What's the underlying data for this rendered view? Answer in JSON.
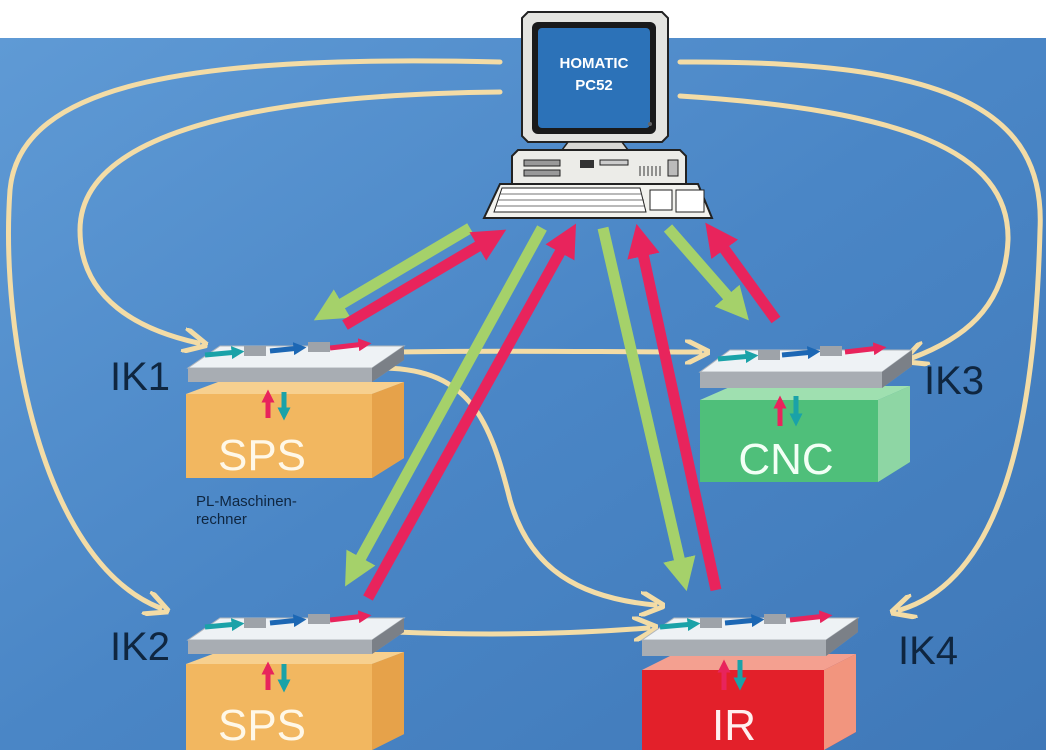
{
  "computer": {
    "screen_line1": "HOMATIC",
    "screen_line2": "PC52"
  },
  "nodes": {
    "ik1": {
      "label": "IK1",
      "device": "SPS",
      "device_color": "#f2b760"
    },
    "ik2": {
      "label": "IK2",
      "device": "SPS",
      "device_color": "#f2b760"
    },
    "ik3": {
      "label": "IK3",
      "device": "CNC",
      "device_color": "#4fbf7a"
    },
    "ik4": {
      "label": "IK4",
      "device": "IR",
      "device_color": "#e3202a"
    }
  },
  "annotation": {
    "line1": "PL-Maschinen-",
    "line2": "rechner"
  },
  "colors": {
    "background": "#4a86c6",
    "cream_arrow": "#f3dca6",
    "green_arrow": "#a5d16a",
    "pink_arrow": "#e8245c",
    "teal_arrow": "#1aa2a8",
    "blue_arrow": "#1c67b4"
  }
}
